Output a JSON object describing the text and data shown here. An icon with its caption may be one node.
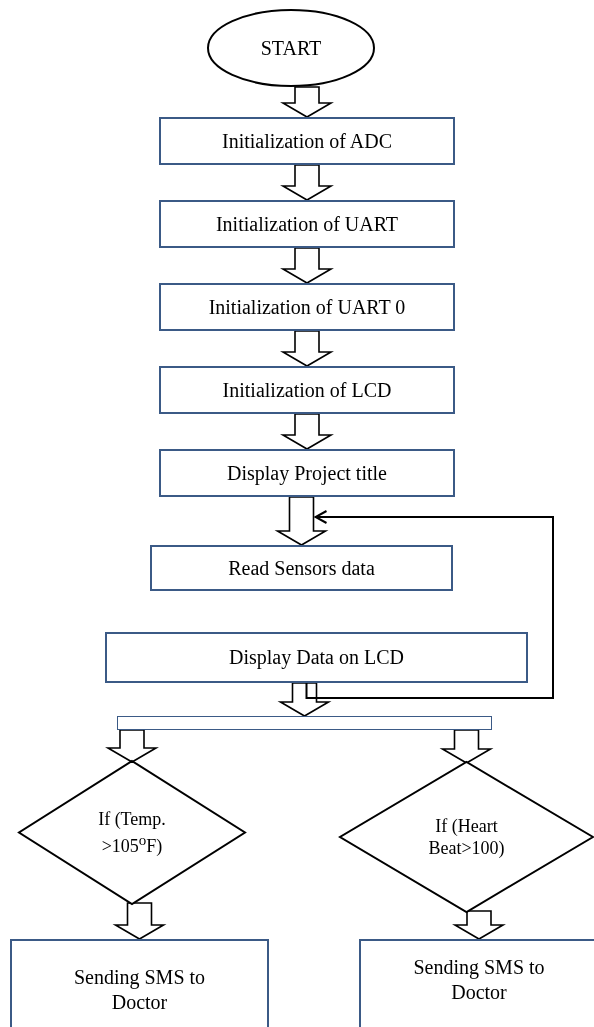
{
  "diagram": {
    "nodes": [
      {
        "text": [
          "START"
        ]
      },
      {
        "text": [
          "Initialization of ADC"
        ]
      },
      {
        "text": [
          "Initialization of UART"
        ]
      },
      {
        "text": [
          "Initialization of UART 0"
        ]
      },
      {
        "text": [
          "Initialization of LCD"
        ]
      },
      {
        "text": [
          "Display Project title"
        ]
      },
      {
        "text": [
          "Read Sensors data"
        ]
      },
      {
        "text": [
          "Display Data on LCD"
        ]
      },
      {
        "text": [],
        "shape": "bar"
      },
      {
        "text": [
          "If (Temp. >105$^{o}$F)"
        ]
      },
      {
        "text": [
          "If (Heart Beat>100)"
        ]
      },
      {
        "text": [
          "Sending SMS to Doctor"
        ]
      },
      {
        "text": [
          "Sending SMS to Doctor"
        ]
      }
    ],
    "edges": [
      {
        "from": 0,
        "to": 1,
        "arrow": "to"
      },
      {
        "from": 1,
        "to": 2,
        "arrow": "to"
      },
      {
        "from": 2,
        "to": 3,
        "arrow": "to"
      },
      {
        "from": 3,
        "to": 4,
        "arrow": "to"
      },
      {
        "from": 4,
        "to": 5,
        "arrow": "to"
      },
      {
        "from": 5,
        "to": 6,
        "arrow": "to"
      },
      {
        "from": 7,
        "to": 8,
        "arrow": "to"
      },
      {
        "from": 8,
        "to": 9,
        "arrow": "to"
      },
      {
        "from": 8,
        "to": 10,
        "arrow": "to"
      },
      {
        "from": 9,
        "to": 11,
        "arrow": "to"
      },
      {
        "from": 10,
        "to": 12,
        "arrow": "to"
      },
      {
        "from": 7,
        "to": 6,
        "arrow": "to"
      }
    ]
  }
}
